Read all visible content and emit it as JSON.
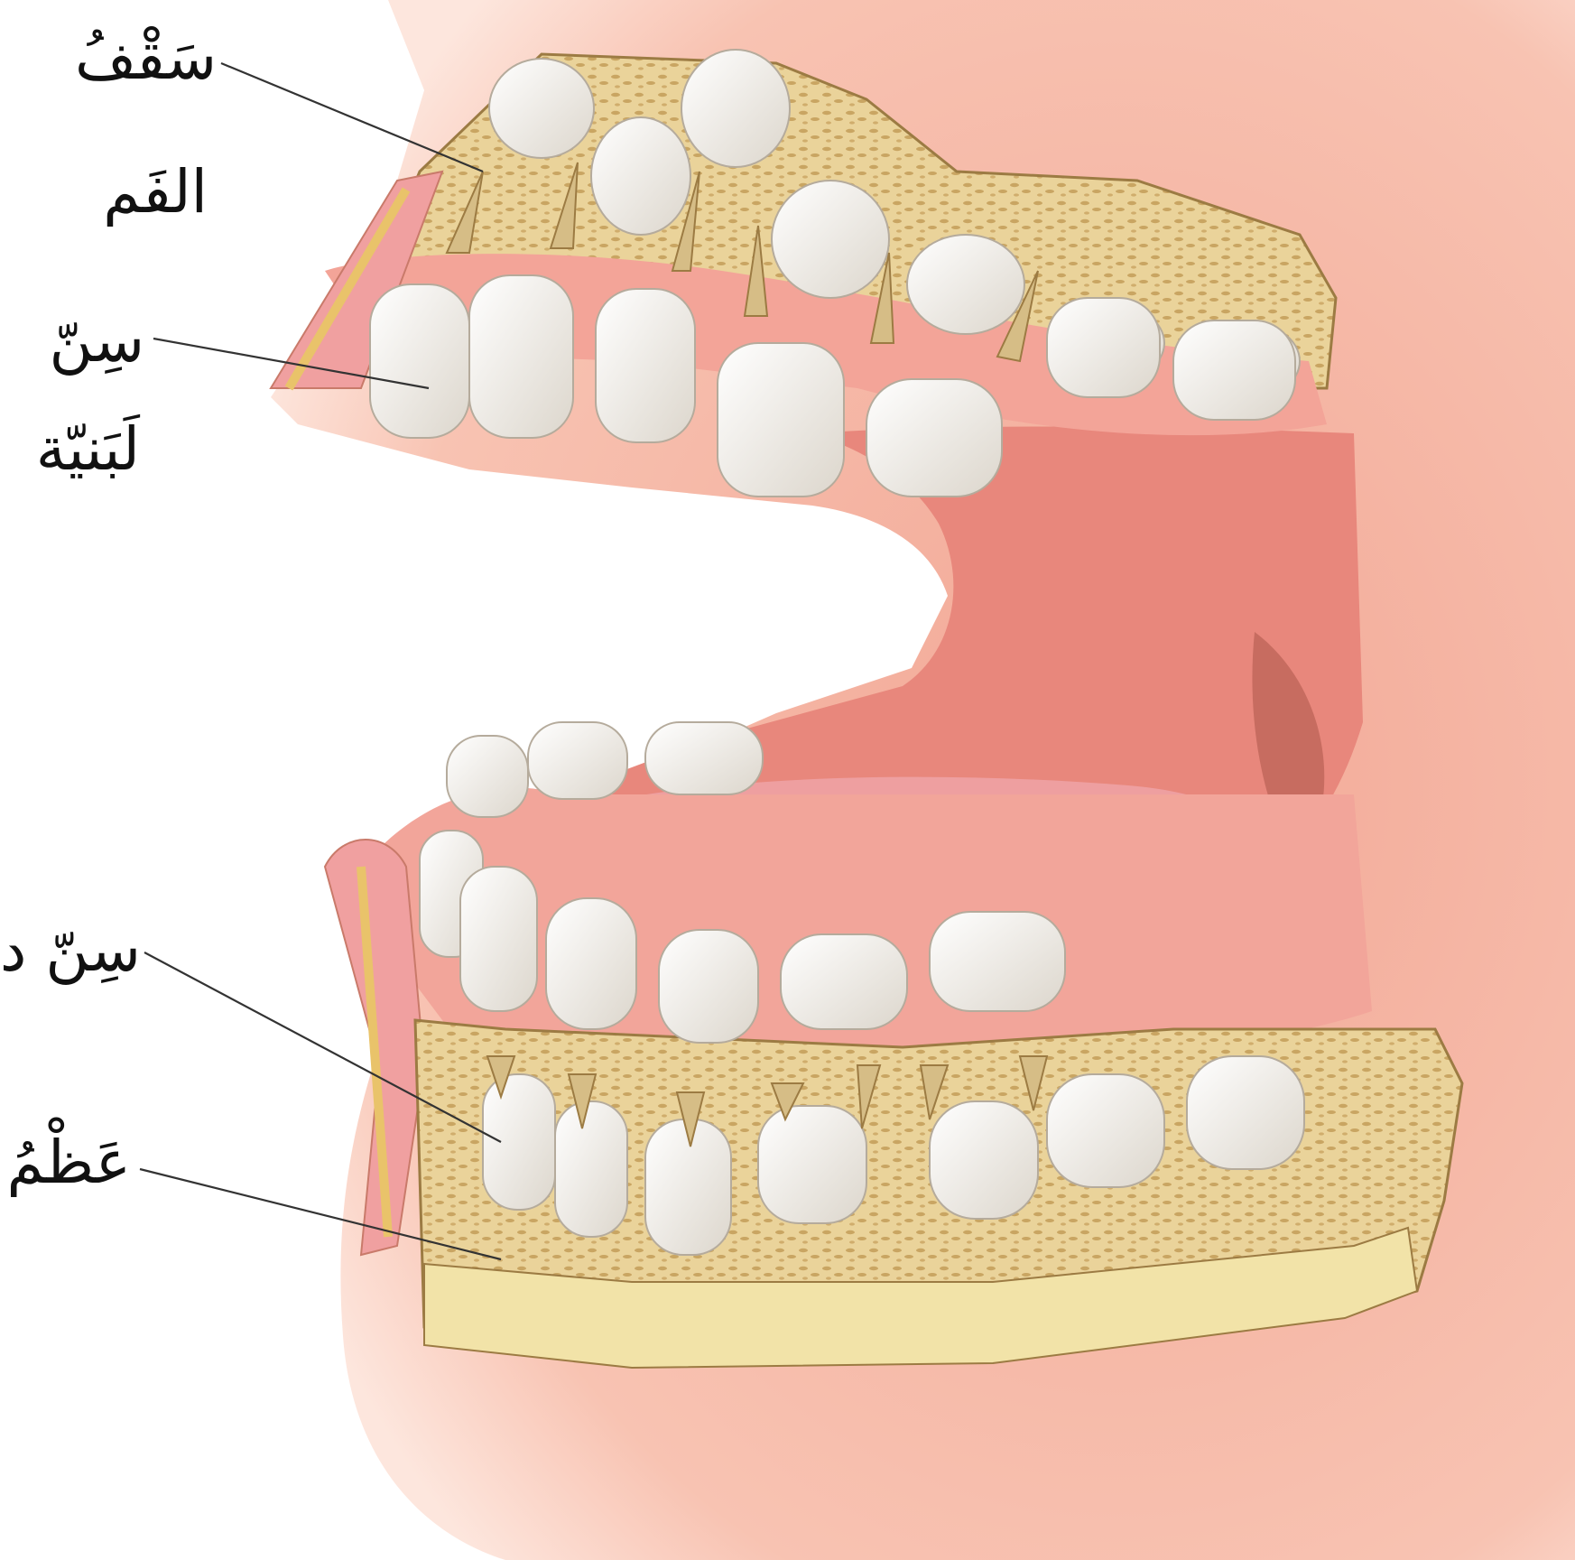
{
  "labels": {
    "palate_line1": "سَقْفُ",
    "palate_line2": "الفَم",
    "milk_tooth_line1": "سِنّ",
    "milk_tooth_line2": "لَبَنيّة",
    "permanent_tooth": "سِنّ د",
    "bone": "عَظْمُ"
  },
  "colors": {
    "skin": "#f6b8a4",
    "skin_light": "#fbd9cc",
    "gum": "#f0958a",
    "mouth_inside": "#e8877c",
    "tongue": "#ee9fa0",
    "bone": "#ead39a",
    "bone_spots": "#c9a562",
    "bone_base": "#f2e3a8",
    "tooth": "#f3efe8",
    "root": "#d6bd86",
    "leader_line": "#333333"
  }
}
